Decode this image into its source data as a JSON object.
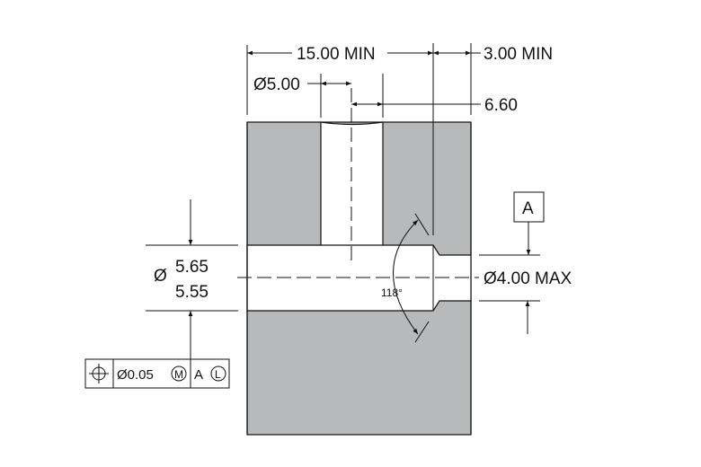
{
  "dimensions": {
    "overall_length": "15.00 MIN",
    "end_length": "3.00 MIN",
    "vertical_hole_diameter": "Ø5.00",
    "vertical_hole_position": "6.60",
    "cross_hole_symbol": "Ø",
    "cross_hole_upper": "5.65",
    "cross_hole_lower": "5.55",
    "small_hole_diameter": "Ø4.00 MAX",
    "drill_angle": "118°"
  },
  "datum": {
    "label": "A"
  },
  "feature_control_frame": {
    "symbol": "position-icon",
    "tolerance": "Ø0.05",
    "tolerance_modifier": "M",
    "datum": "A",
    "datum_modifier": "L"
  },
  "colors": {
    "part_fill": "#b7b9bb",
    "line": "#111111"
  }
}
